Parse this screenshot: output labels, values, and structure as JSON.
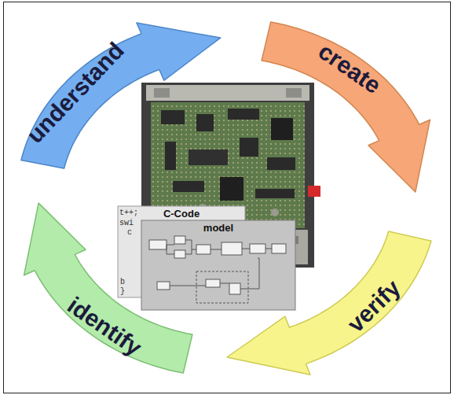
{
  "diagram": {
    "nodes": [
      {
        "text": [
          "understand"
        ]
      },
      {
        "text": [
          "create"
        ]
      },
      {
        "text": [
          "C-Code"
        ]
      },
      {
        "text": [
          "model"
        ]
      },
      {
        "text": [
          "identify"
        ]
      },
      {
        "text": [
          "verify"
        ]
      }
    ],
    "labels": [
      "t++;",
      "swi",
      "c",
      "b",
      "}"
    ]
  }
}
